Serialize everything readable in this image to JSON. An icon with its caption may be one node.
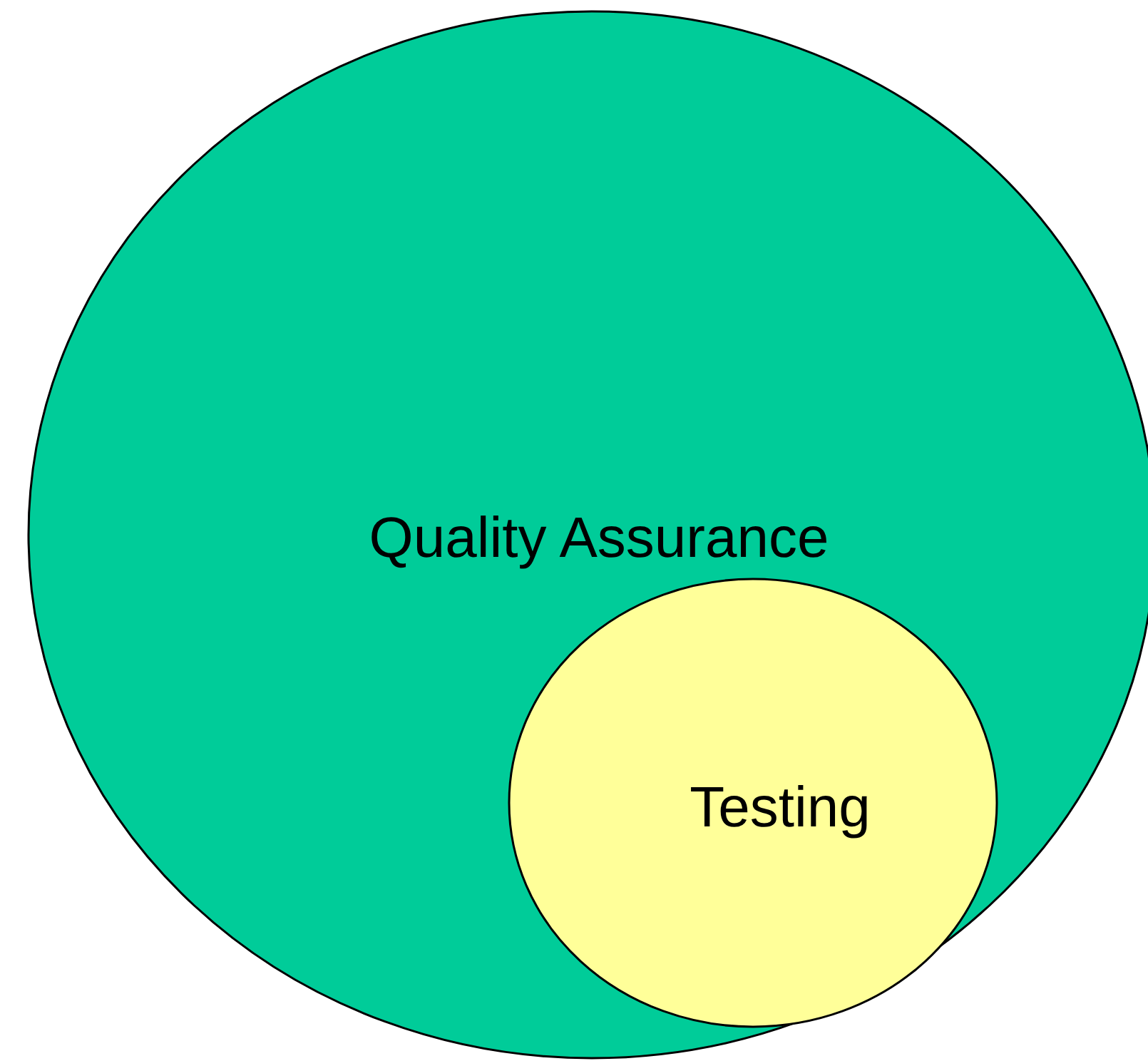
{
  "diagram": {
    "nodes": [
      {
        "text": [
          "Quality Assurance"
        ]
      },
      {
        "text": [
          "Testing"
        ],
        "in": 0
      }
    ]
  }
}
